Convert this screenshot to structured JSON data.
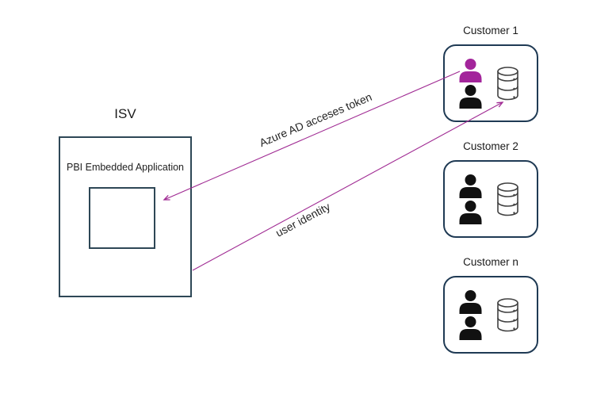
{
  "colors": {
    "box_border_slate": "#2E4756",
    "customer_border_navy": "#1F3A54",
    "arrow_purple": "#A02B93",
    "person_purple": "#A3259B",
    "person_black": "#111111",
    "database_outline": "#404040",
    "text": "#1A1A1A"
  },
  "isv": {
    "title": "ISV",
    "app_label": "PBI Embedded Application"
  },
  "customers": [
    {
      "label": "Customer 1",
      "users": [
        {
          "color": "#A3259B"
        },
        {
          "color": "#111111"
        }
      ]
    },
    {
      "label": "Customer 2",
      "users": [
        {
          "color": "#111111"
        },
        {
          "color": "#111111"
        }
      ]
    },
    {
      "label": "Customer n",
      "users": [
        {
          "color": "#111111"
        },
        {
          "color": "#111111"
        }
      ]
    }
  ],
  "arrows": [
    {
      "label": "Azure AD acceses token",
      "from": "customer-1-user",
      "to": "pbi-embedded-application-inner"
    },
    {
      "label": "user identity",
      "from": "isv-box",
      "to": "customer-1-database"
    }
  ]
}
